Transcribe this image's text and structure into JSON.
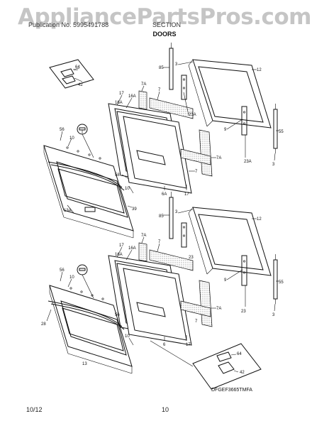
{
  "watermark": "AppliancePartsPros.com",
  "header": {
    "left": "Publication No. 5995491788",
    "right": "SECTION"
  },
  "section_title": "DOORS",
  "footer": {
    "date": "10/12",
    "page": "10"
  },
  "model_label": "DFGEF3665TMFA",
  "callouts": {
    "c64a": "64",
    "c42a": "42",
    "c85a": "85",
    "c3a": "3",
    "c12a": "12",
    "c17a": "17",
    "c16a1": "16A",
    "c7aa": "7A",
    "c7a": "7",
    "c16a2": "16A",
    "c23aa": "23A",
    "c9a": "9",
    "c55a": "55",
    "c56a": "56",
    "c10a": "10",
    "c7ab": "7A",
    "c7b": "7",
    "c23ab": "23A",
    "c3b": "3",
    "c58a": "58",
    "c10b": "10",
    "c39a": "39",
    "c13a": "13A",
    "c6aa": "6A",
    "c17b": "17",
    "c85b": "85",
    "c3c": "3",
    "c12b": "12",
    "c17c": "17",
    "c16a3": "16A",
    "c7ac": "7A",
    "c7c": "7",
    "c16a4": "16A",
    "c23a": "23",
    "c9b": "9",
    "c55b": "55",
    "c56b": "56",
    "c10c": "10",
    "c7ad": "7A",
    "c7d": "7",
    "c23b": "23",
    "c3d": "3",
    "c28": "28",
    "c56c": "56",
    "c10d": "10",
    "c13": "13",
    "c6": "6",
    "c17d": "17",
    "c64b": "64",
    "c42b": "42"
  }
}
